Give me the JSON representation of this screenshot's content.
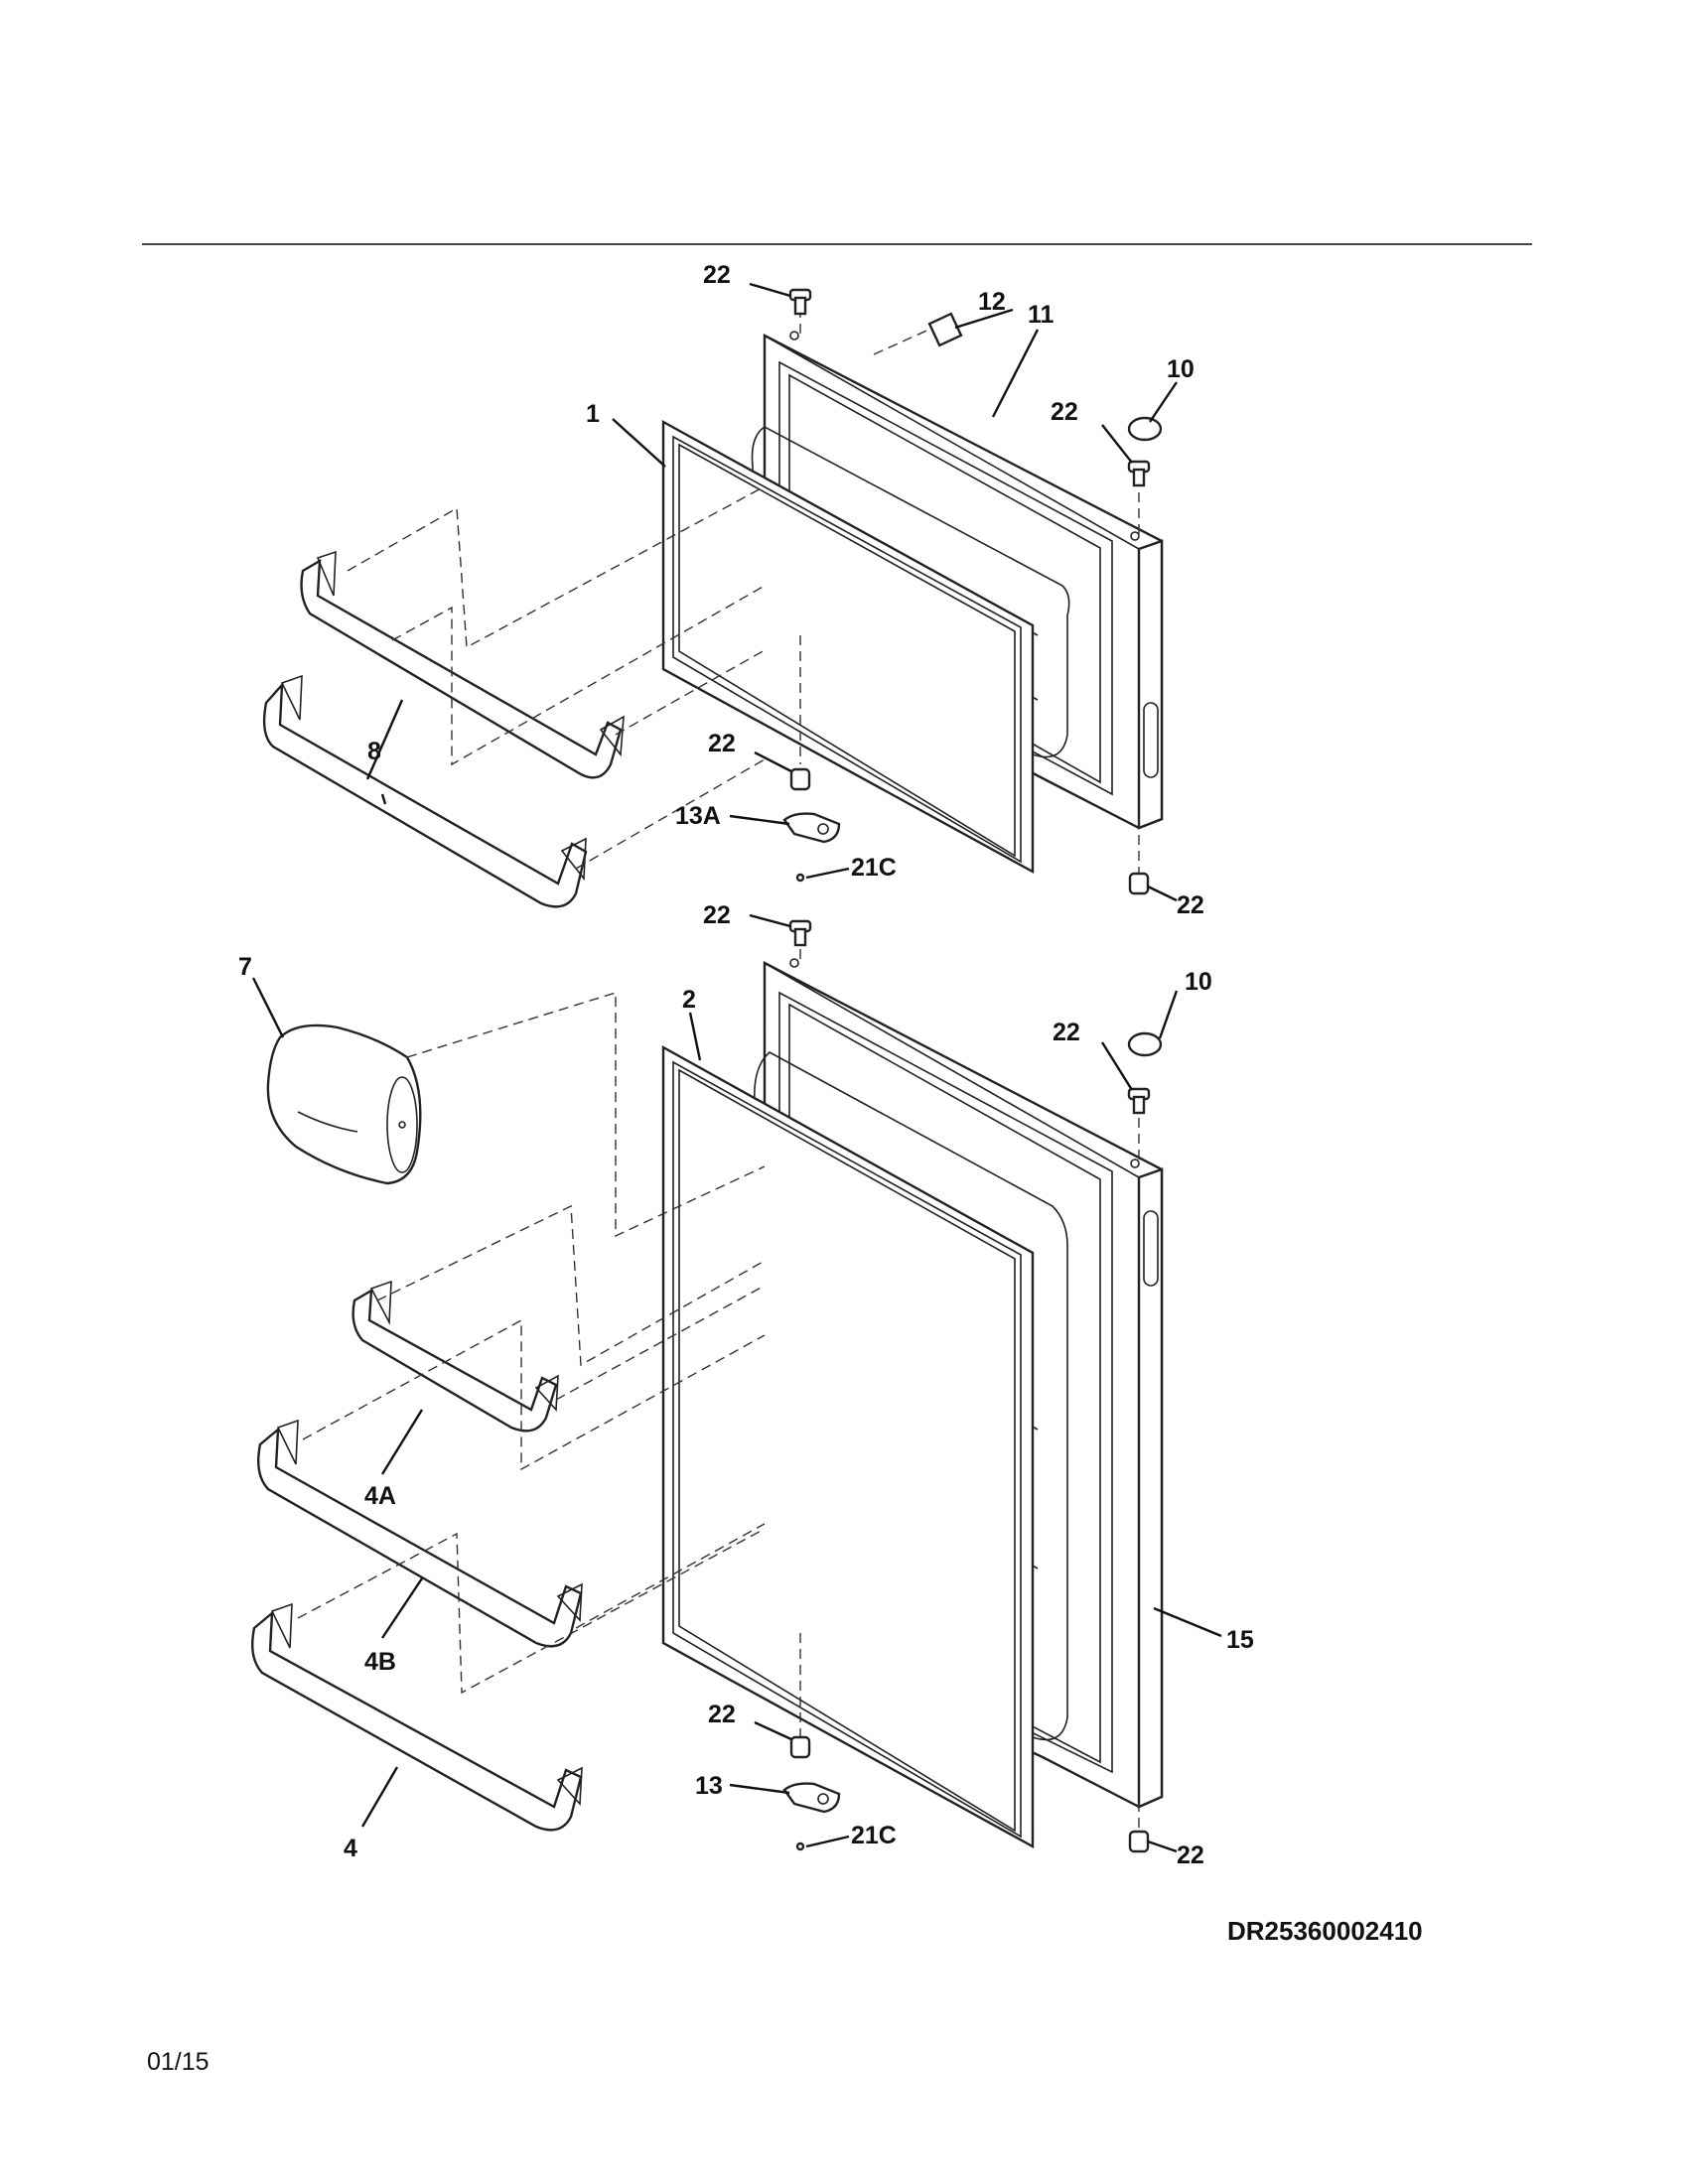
{
  "labels": {
    "p1": "1",
    "p2": "2",
    "p4": "4",
    "p4a": "4A",
    "p4b": "4B",
    "p7": "7",
    "p8": "8",
    "p10_top": "10",
    "p10_bottom": "10",
    "p11": "11",
    "p12": "12",
    "p13": "13",
    "p13a": "13A",
    "p15": "15",
    "p21c_top": "21C",
    "p21c_bottom": "21C",
    "p22_a": "22",
    "p22_b": "22",
    "p22_c": "22",
    "p22_d": "22",
    "p22_e": "22",
    "p22_f": "22",
    "p22_g": "22",
    "p22_h": "22"
  },
  "drawing_code": "DR25360002410",
  "date_code": "01/15"
}
